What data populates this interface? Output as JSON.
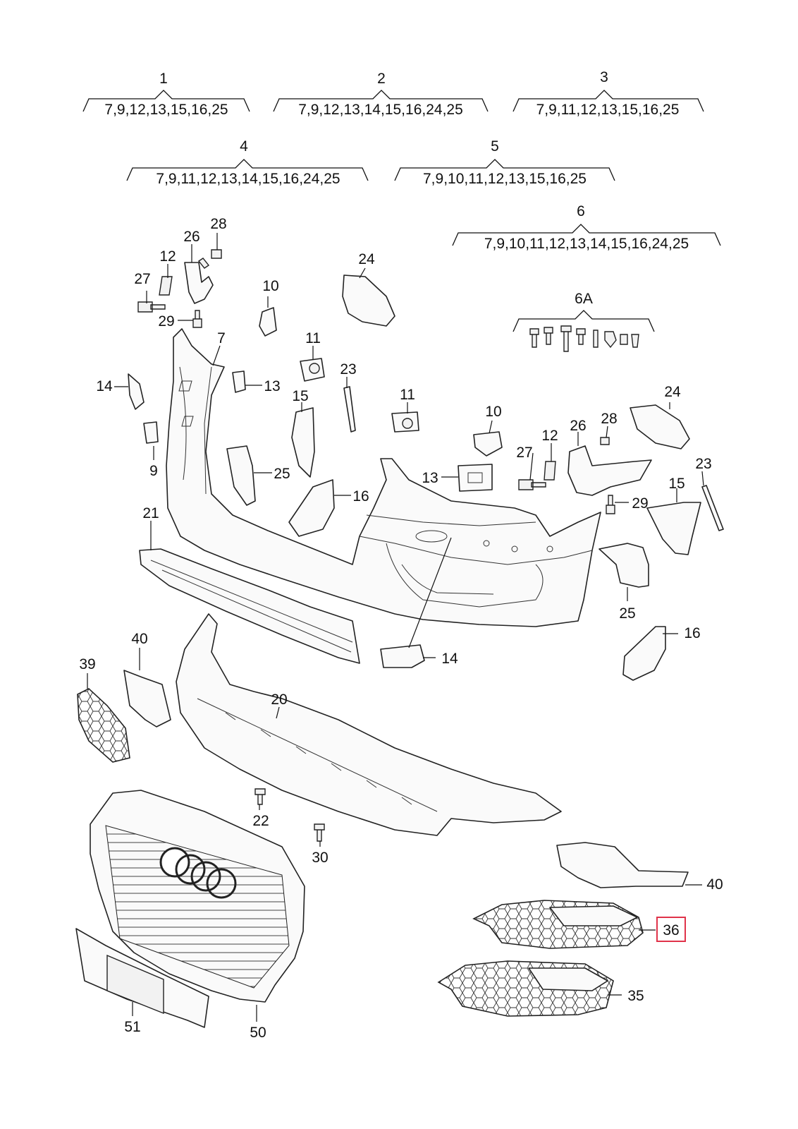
{
  "kits": [
    {
      "id": "1",
      "parts": "7,9,12,13,15,16,25"
    },
    {
      "id": "2",
      "parts": "7,9,12,13,14,15,16,24,25"
    },
    {
      "id": "3",
      "parts": "7,9,11,12,13,15,16,25"
    },
    {
      "id": "4",
      "parts": "7,9,11,12,13,14,15,16,24,25"
    },
    {
      "id": "5",
      "parts": "7,9,10,11,12,13,15,16,25"
    },
    {
      "id": "6",
      "parts": "7,9,10,11,12,13,14,15,16,24,25"
    },
    {
      "id": "6A",
      "parts": ""
    }
  ],
  "callouts": [
    "28",
    "26",
    "12",
    "27",
    "29",
    "10",
    "24",
    "7",
    "11",
    "14",
    "13",
    "23",
    "15",
    "9",
    "25",
    "16",
    "11",
    "10",
    "13",
    "26",
    "28",
    "12",
    "27",
    "24",
    "23",
    "29",
    "15",
    "25",
    "21",
    "14",
    "16",
    "40",
    "39",
    "20",
    "22",
    "30",
    "40",
    "36",
    "35",
    "51",
    "50"
  ],
  "highlighted_part": "36"
}
